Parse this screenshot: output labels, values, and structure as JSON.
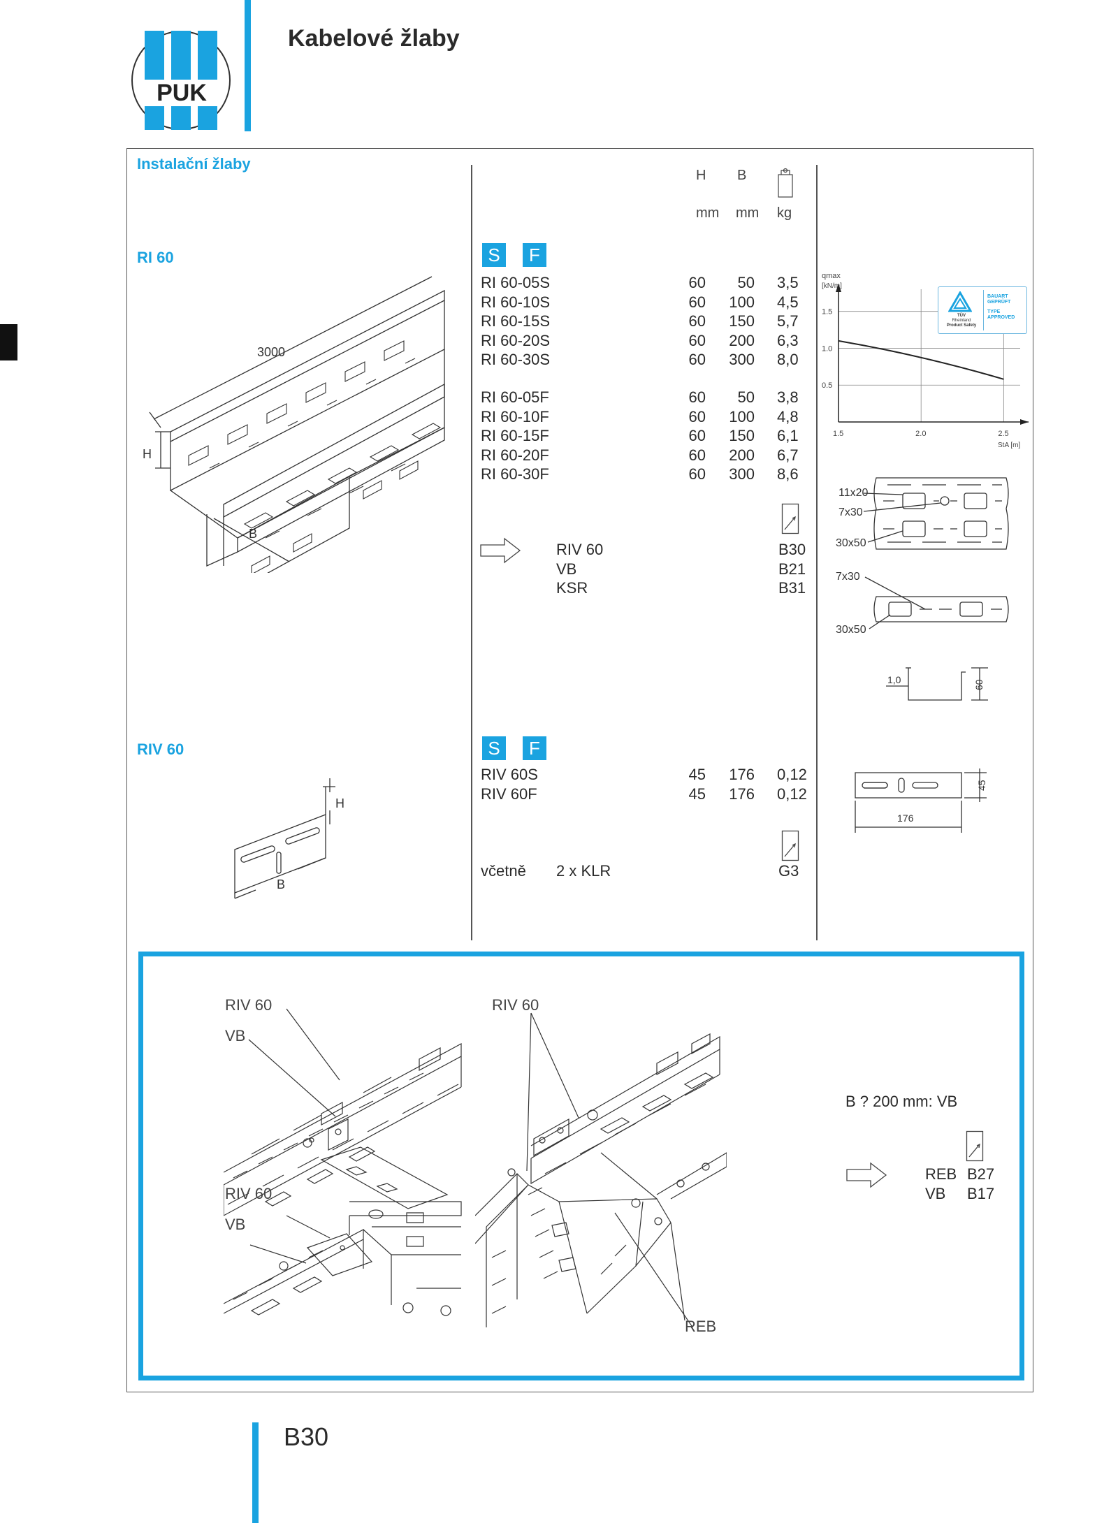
{
  "header": {
    "logo_text": "PUK",
    "title": "Kabelové žlaby"
  },
  "section": {
    "title": "Instalační žlaby",
    "col_headers": {
      "h": "H",
      "b": "B",
      "h_unit": "mm",
      "b_unit": "mm",
      "w_unit": "kg"
    }
  },
  "ri60": {
    "label": "RI 60",
    "badge_s": "S",
    "badge_f": "F",
    "drawing_labels": {
      "length": "3000",
      "h": "H",
      "b": "B"
    },
    "rows_s": [
      {
        "name": "RI 60-05S",
        "h": "60",
        "b": "50",
        "kg": "3,5"
      },
      {
        "name": "RI 60-10S",
        "h": "60",
        "b": "100",
        "kg": "4,5"
      },
      {
        "name": "RI 60-15S",
        "h": "60",
        "b": "150",
        "kg": "5,7"
      },
      {
        "name": "RI 60-20S",
        "h": "60",
        "b": "200",
        "kg": "6,3"
      },
      {
        "name": "RI 60-30S",
        "h": "60",
        "b": "300",
        "kg": "8,0"
      }
    ],
    "rows_f": [
      {
        "name": "RI 60-05F",
        "h": "60",
        "b": "50",
        "kg": "3,8"
      },
      {
        "name": "RI 60-10F",
        "h": "60",
        "b": "100",
        "kg": "4,8"
      },
      {
        "name": "RI 60-15F",
        "h": "60",
        "b": "150",
        "kg": "6,1"
      },
      {
        "name": "RI 60-20F",
        "h": "60",
        "b": "200",
        "kg": "6,7"
      },
      {
        "name": "RI 60-30F",
        "h": "60",
        "b": "300",
        "kg": "8,6"
      }
    ],
    "accessories": [
      {
        "name": "RIV 60",
        "page": "B30"
      },
      {
        "name": "VB",
        "page": "B21"
      },
      {
        "name": "KSR",
        "page": "B31"
      }
    ]
  },
  "load_chart": {
    "y_label": "qmax",
    "y_unit": "[kN/m]",
    "y_ticks": [
      "1.5",
      "1.0",
      "0.5"
    ],
    "x_ticks": [
      "1.5",
      "2.0",
      "2.5"
    ],
    "x_label": "StA [m]",
    "curve": [
      [
        1.5,
        1.1
      ],
      [
        2.0,
        0.85
      ],
      [
        2.5,
        0.58
      ]
    ],
    "ylim": [
      0,
      1.8
    ],
    "xlim": [
      1.5,
      2.6
    ],
    "cert": {
      "line1": "BAUART",
      "line2": "GEPRÜFT",
      "line3": "TYPE",
      "line4": "APPROVED",
      "org1": "TÜV",
      "org2": "Rheinland",
      "org3": "Product Safety"
    }
  },
  "perforation": {
    "labels": [
      "11x20",
      "7x30",
      "30x50",
      "7x30",
      "30x50"
    ],
    "profile_thickness": "1,0",
    "profile_height": "60"
  },
  "riv60": {
    "label": "RIV 60",
    "badge_s": "S",
    "badge_f": "F",
    "drawing_labels": {
      "h": "H",
      "b": "B"
    },
    "rows": [
      {
        "name": "RIV 60S",
        "h": "45",
        "b": "176",
        "kg": "0,12"
      },
      {
        "name": "RIV 60F",
        "h": "45",
        "b": "176",
        "kg": "0,12"
      }
    ],
    "incl_label": "včetně",
    "incl_item": "2 x KLR",
    "incl_page": "G3",
    "dim_w": "176",
    "dim_h": "45"
  },
  "install_box": {
    "label_riv_a": "RIV 60",
    "label_vb_a": "VB",
    "label_riv_b": "RIV 60",
    "label_vb_b": "VB",
    "label_riv_c": "RIV 60",
    "label_reb": "REB",
    "note": "B ? 200 mm: VB",
    "refs": [
      {
        "name": "REB",
        "page": "B27"
      },
      {
        "name": "VB",
        "page": "B17"
      }
    ]
  },
  "footer": {
    "page": "B30"
  },
  "colors": {
    "accent": "#1aa3e0",
    "text": "#2a2a2a",
    "frame": "#555555"
  }
}
